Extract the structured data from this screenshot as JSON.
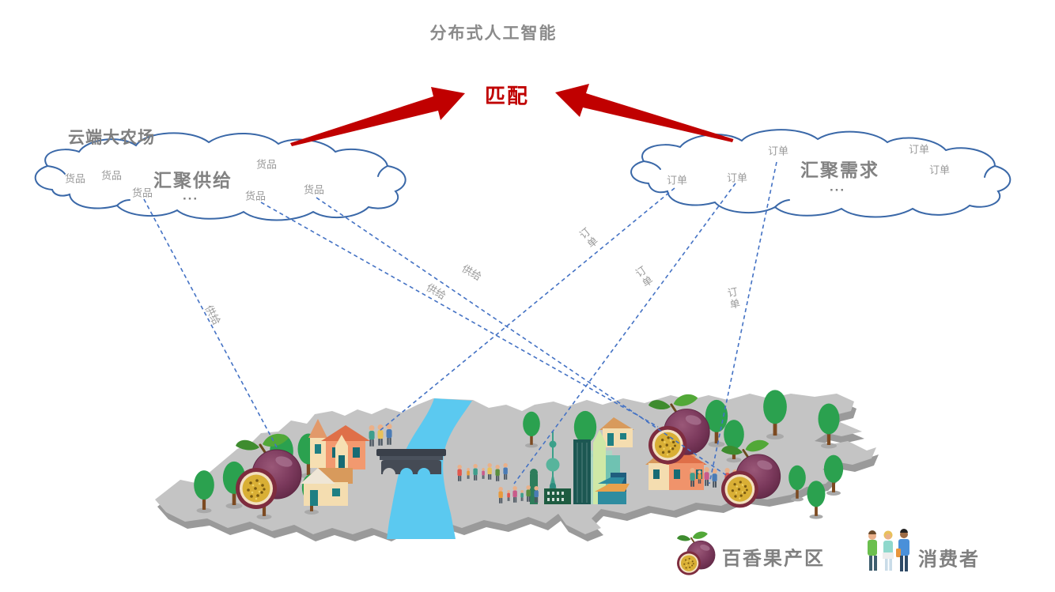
{
  "title": "分布式人工智能",
  "match_label": "匹配",
  "left_cloud": {
    "name_label": "云端大农场",
    "hub_label": "汇聚供给",
    "ellipsis": "···",
    "item_label": "货品"
  },
  "right_cloud": {
    "hub_label": "汇聚需求",
    "ellipsis": "···",
    "item_label": "订单"
  },
  "links": {
    "supply_label": "供给",
    "order_label": "订单"
  },
  "legend": [
    {
      "icon": "passion-fruit-icon",
      "label": "百香果产区"
    },
    {
      "icon": "consumers-icon",
      "label": "消费者"
    }
  ],
  "colors": {
    "accent_red": "#C00000",
    "line_blue": "#4472C4",
    "cloud_stroke": "#3A68A8",
    "heading_gray": "#828282",
    "label_gray": "#9A9A9A",
    "map_gray": "#C4C4C4",
    "river_blue": "#5BC9F0"
  }
}
